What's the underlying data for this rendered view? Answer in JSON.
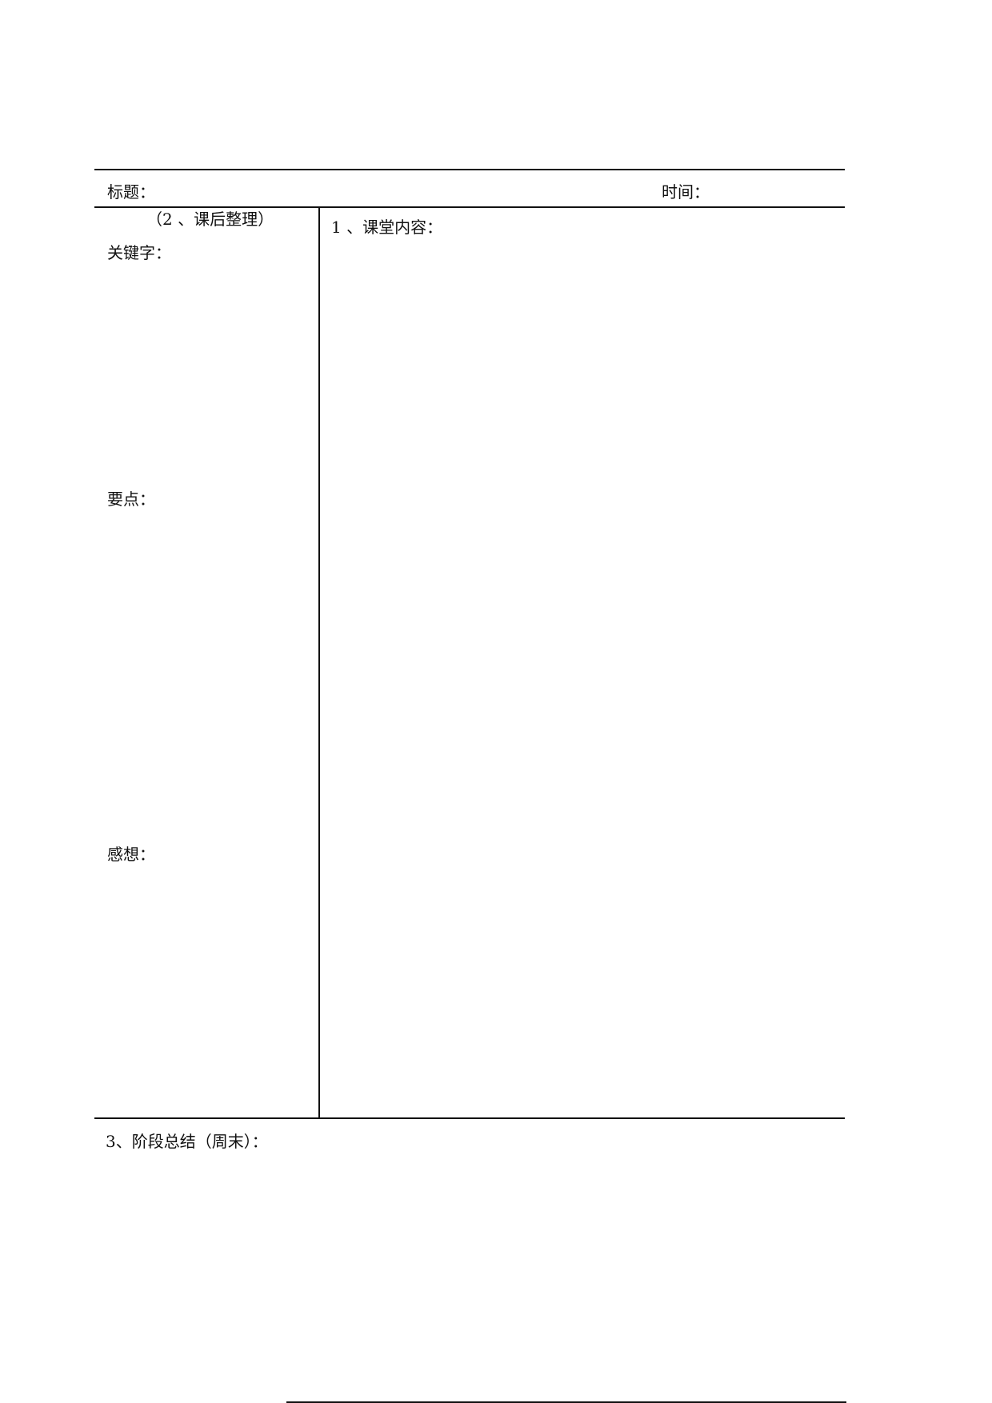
{
  "header": {
    "title_label": "标题：",
    "time_label": "时间："
  },
  "left_column": {
    "heading": "（2 、课后整理）",
    "keywords_label": "关键字：",
    "keypoints_label": "要点：",
    "thoughts_label": "感想："
  },
  "right_column": {
    "heading": "1 、课堂内容："
  },
  "footer": {
    "summary_label": "3、阶段总结（周末）："
  }
}
